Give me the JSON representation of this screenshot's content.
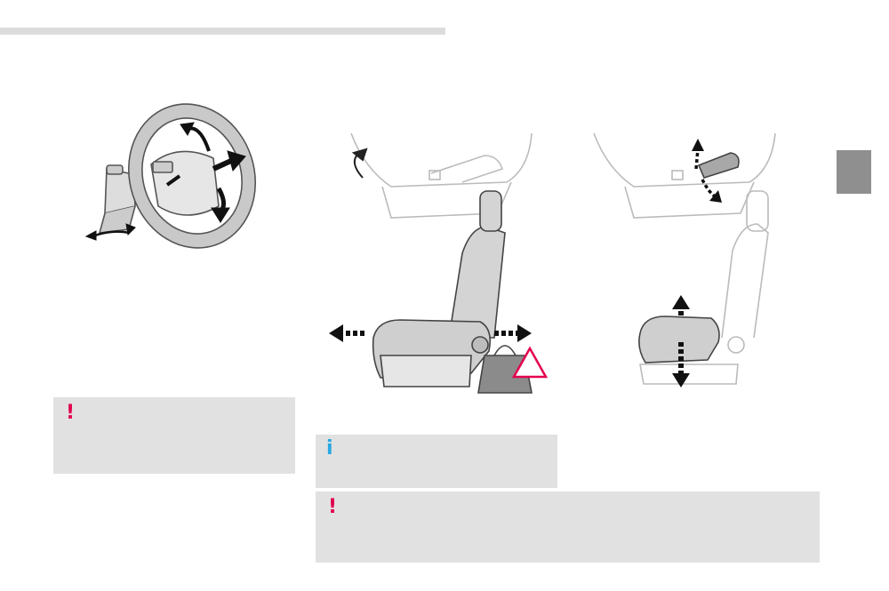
{
  "colors": {
    "header_rule": "#dcdcdc",
    "chapter_tab": "#8f8f8f",
    "notice_background": "#e1e1e1",
    "warning_accent": "#e3004f",
    "info_accent": "#27a9e1"
  },
  "notices": {
    "steering_warning": {
      "icon": "exclamation-icon",
      "symbol": "!"
    },
    "seat_info": {
      "icon": "info-icon",
      "symbol": "i"
    },
    "seat_warning": {
      "icon": "exclamation-icon",
      "symbol": "!"
    }
  },
  "illustrations": [
    {
      "name": "steering-wheel-adjustment",
      "icon": "steering-wheel-icon"
    },
    {
      "name": "seat-longitudinal-adjustment",
      "icon": "seat-icon"
    },
    {
      "name": "seat-height-adjustment",
      "icon": "seat-icon"
    }
  ]
}
